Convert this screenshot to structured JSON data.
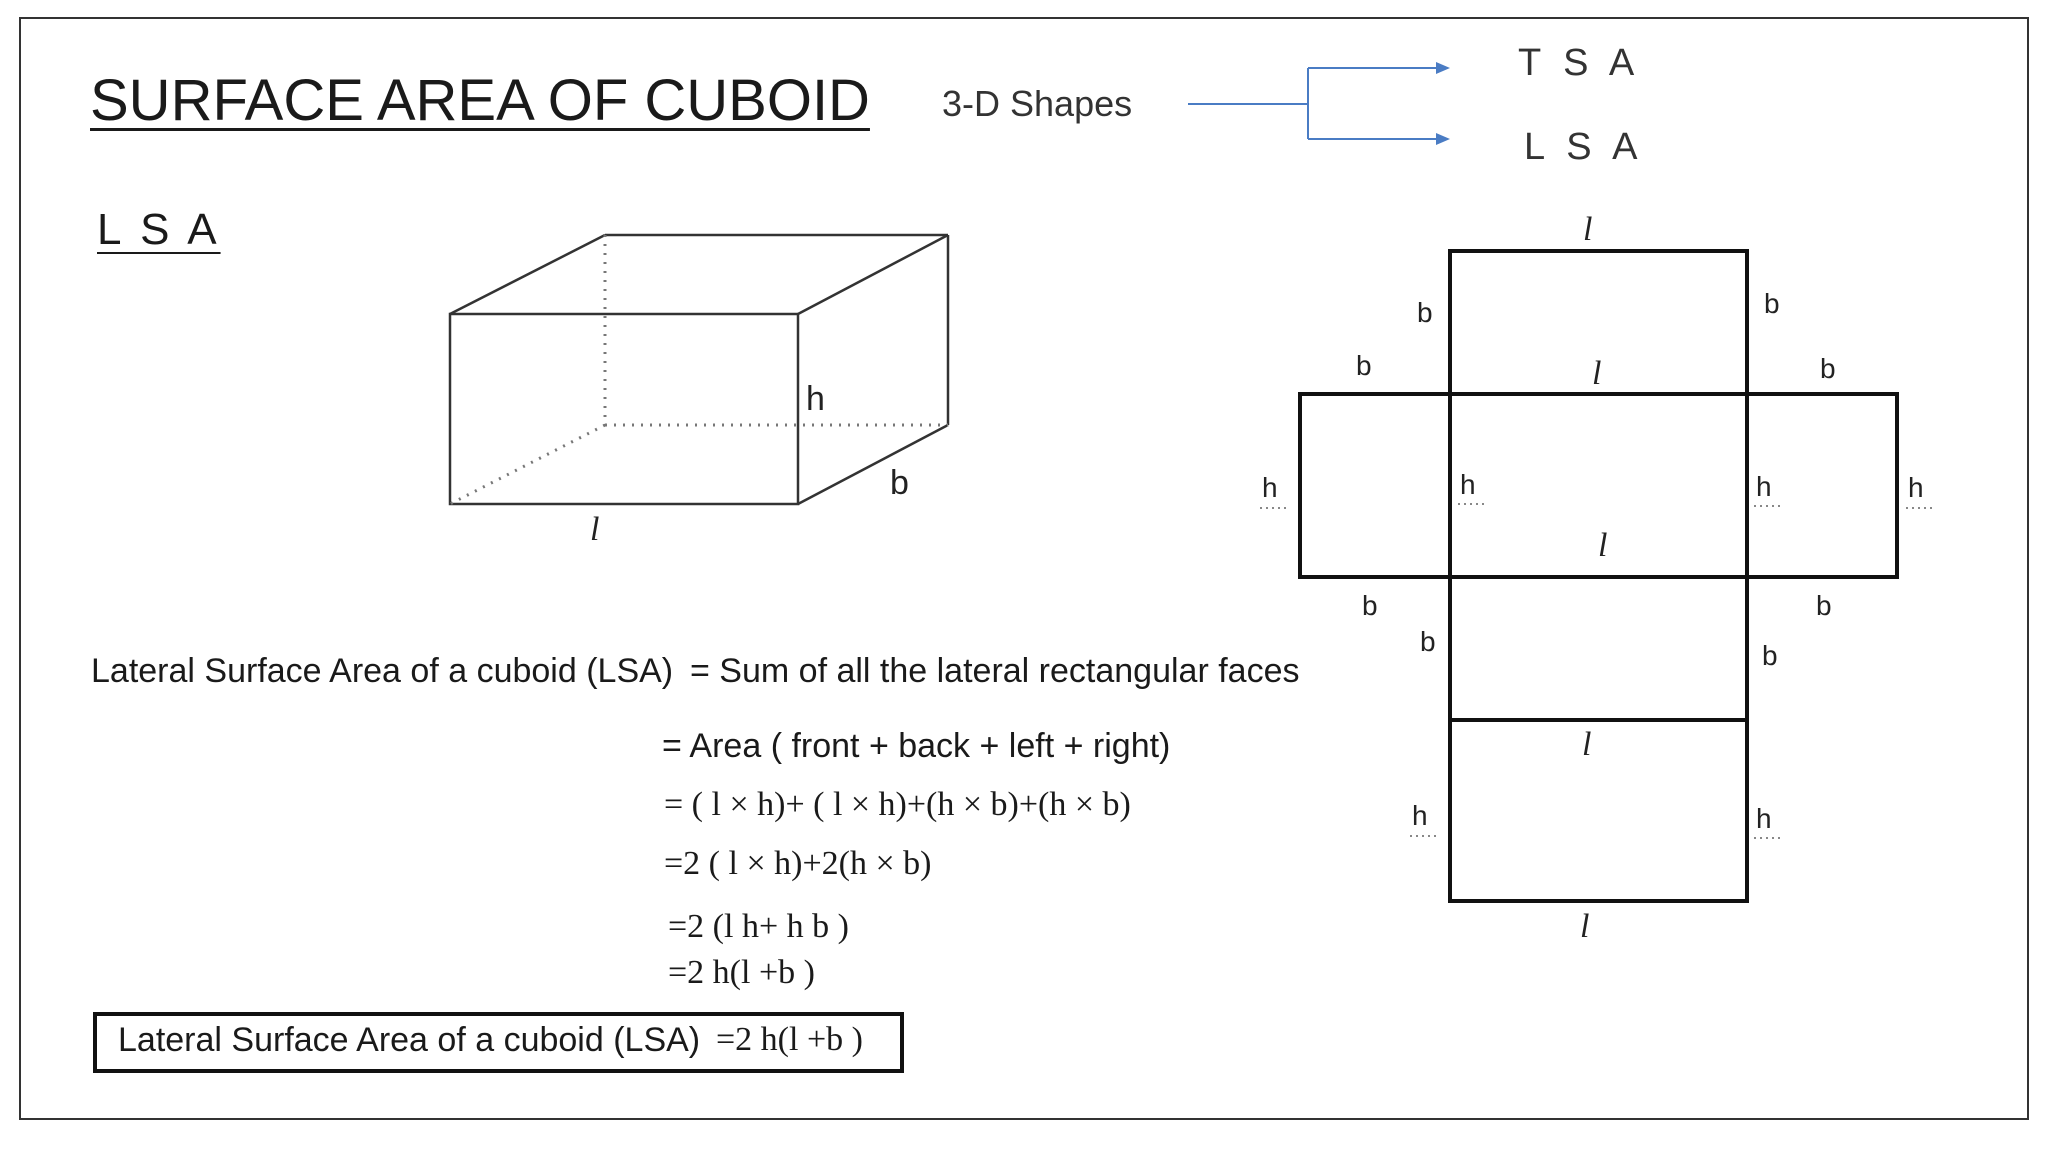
{
  "title": "SURFACE AREA OF CUBOID",
  "tree": {
    "root": "3-D Shapes",
    "branch_top": "T S A",
    "branch_bottom": "L S A"
  },
  "section_heading": "L S A",
  "cuboid_labels": {
    "height": "h",
    "breadth": "b",
    "length": "l"
  },
  "net_labels": {
    "l": "l",
    "b": "b",
    "h": "h"
  },
  "definition": {
    "lhs": "Lateral Surface Area of a cuboid (LSA)",
    "rhs": "= Sum of all the  lateral rectangular faces"
  },
  "steps": [
    "= Area ( front + back + left + right)",
    "= ( l × h)+ ( l × h)+(h × b)+(h × b)",
    "=2 ( l × h)+2(h × b)",
    "=2 (l h+ h b )",
    "=2 h(l +b )"
  ],
  "result": {
    "lhs": "Lateral Surface Area of a cuboid (LSA)",
    "rhs": "=2 h(l +b )"
  },
  "colors": {
    "arrow": "#4a7cc4",
    "stroke": "#111111"
  }
}
